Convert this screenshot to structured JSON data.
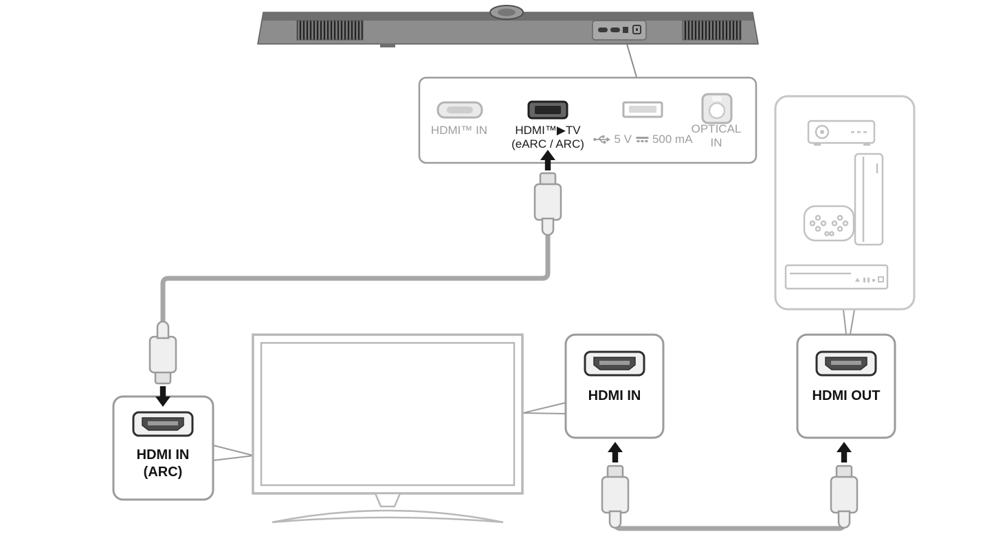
{
  "rear_panel": {
    "ports": {
      "hdmi_in": {
        "label": "HDMI™ IN"
      },
      "hdmi_tv": {
        "label": "HDMI™▶TV",
        "sublabel": "(eARC / ARC)"
      },
      "usb": {
        "voltage": "5 V",
        "current": "500 mA"
      },
      "optical": {
        "line1": "OPTICAL",
        "line2": "IN"
      }
    }
  },
  "callouts": {
    "tv_arc": {
      "line1": "HDMI IN",
      "line2": "(ARC)"
    },
    "tv_hdmi_in": {
      "label": "HDMI IN"
    },
    "device_hdmi_out": {
      "label": "HDMI OUT"
    }
  },
  "colors": {
    "cable": "#a6a6a6",
    "active": "#1a1a1a",
    "inactive": "#9e9e9e",
    "box_outline": "#9b9b9b",
    "device_outline": "#c6c6c6"
  }
}
